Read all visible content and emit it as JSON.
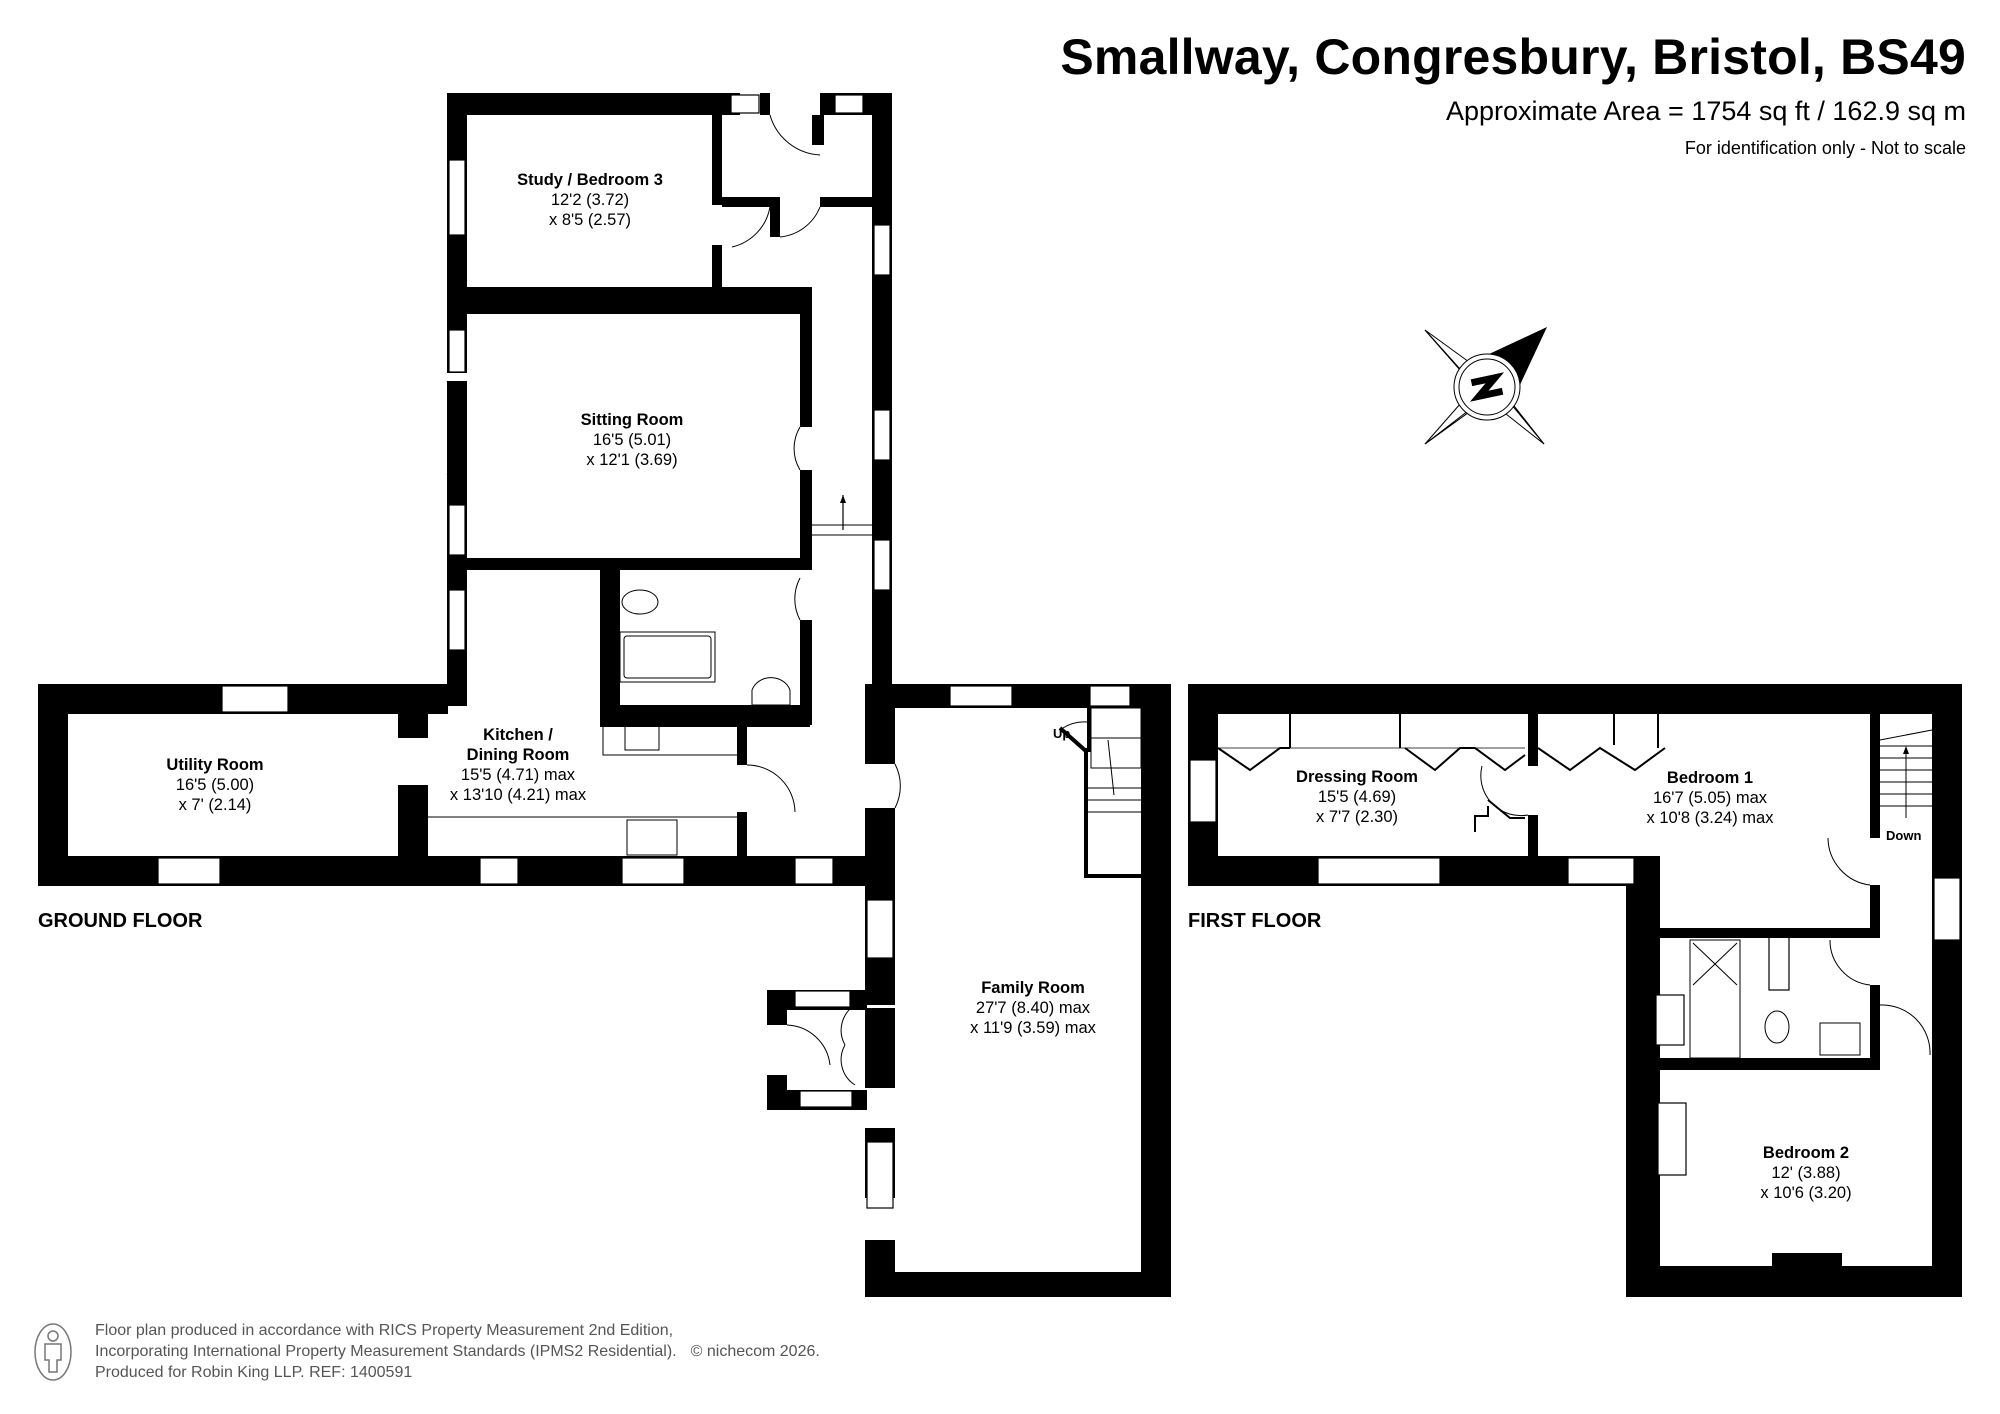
{
  "header": {
    "title": "Smallway, Congresbury, Bristol, BS49",
    "area": "Approximate Area = 1754 sq ft / 162.9 sq m",
    "note": "For identification only - Not to scale"
  },
  "compass": {
    "icon": "north-compass-icon",
    "letter": "N"
  },
  "ground_floor": {
    "label": "GROUND FLOOR",
    "stairs_label": "Up",
    "rooms": [
      {
        "name": "Study / Bedroom 3",
        "dim1": "12'2 (3.72)",
        "dim2": "x 8'5 (2.57)"
      },
      {
        "name": "Sitting Room",
        "dim1": "16'5 (5.01)",
        "dim2": "x 12'1 (3.69)"
      },
      {
        "name": "Utility Room",
        "dim1": "16'5 (5.00)",
        "dim2": "x 7' (2.14)"
      },
      {
        "name": "Kitchen /",
        "name2": "Dining Room",
        "dim1": "15'5 (4.71) max",
        "dim2": "x 13'10 (4.21) max"
      },
      {
        "name": "Family Room",
        "dim1": "27'7 (8.40) max",
        "dim2": "x 11'9 (3.59) max"
      }
    ]
  },
  "first_floor": {
    "label": "FIRST FLOOR",
    "stairs_label": "Down",
    "rooms": [
      {
        "name": "Dressing Room",
        "dim1": "15'5 (4.69)",
        "dim2": "x 7'7 (2.30)"
      },
      {
        "name": "Bedroom 1",
        "dim1": "16'7 (5.05) max",
        "dim2": "x 10'8 (3.24) max"
      },
      {
        "name": "Bedroom 2",
        "dim1": "12' (3.88)",
        "dim2": "x 10'6 (3.20)"
      }
    ]
  },
  "footer": {
    "line1": "Floor plan produced in accordance with RICS Property Measurement 2nd Edition,",
    "line2": "Incorporating International Property Measurement Standards (IPMS2 Residential).",
    "copyright": "© nichecom 2026.",
    "line3": "Produced for Robin King LLP.   REF:  1400591"
  }
}
